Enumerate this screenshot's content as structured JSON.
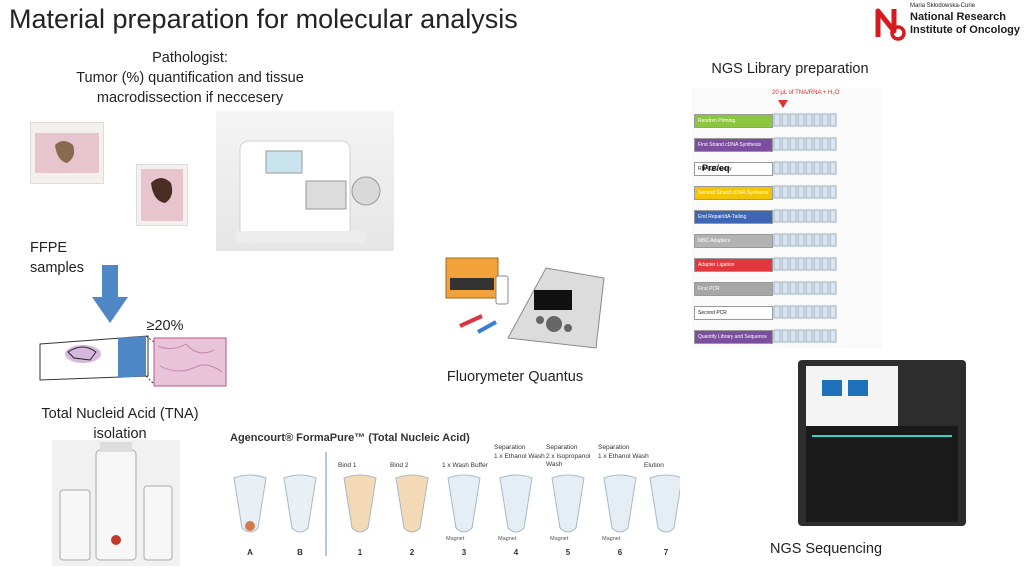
{
  "title": "Material preparation for molecular analysis",
  "logo": {
    "small": "Maria Skłodowska-Curie",
    "line1": "National Research",
    "line2": "Institute of Oncology",
    "color": "#d71920"
  },
  "captions": {
    "pathologist": "Pathologist:",
    "tumor1": "Tumor (%) quantification and tissue",
    "tumor2": "macrodissection if neccesery",
    "ffpe": "FFPE samples",
    "threshold": "≥20%",
    "tna1": "Total Nucleid Acid (TNA)",
    "tna2": "isolation",
    "fluorymeter": "Fluorymeter Quantus",
    "ngs_library": "NGS Library preparation",
    "ngs_seq": "NGS Sequencing"
  },
  "formapure": {
    "brand": "Agencourt® FormaPure™ (Total Nucleic Acid)",
    "steps": [
      {
        "top": "",
        "label": "",
        "letter": "A"
      },
      {
        "top": "",
        "label": "",
        "letter": "B"
      },
      {
        "top": "",
        "label": "Bind 1",
        "letter": "1"
      },
      {
        "top": "",
        "label": "Bind 2",
        "letter": "2"
      },
      {
        "top": "",
        "label": "1 x Wash Buffer",
        "letter": "3"
      },
      {
        "top": "Separation",
        "label": "1 x Ethanol Wash",
        "letter": "4"
      },
      {
        "top": "Separation",
        "label": "2 x Isopropanol Wash",
        "letter": "5"
      },
      {
        "top": "Separation",
        "label": "1 x Ethanol Wash",
        "letter": "6"
      },
      {
        "top": "",
        "label": "Elution",
        "letter": "7"
      }
    ],
    "magnet": "Magnet"
  },
  "ngs_steps": [
    {
      "label": "Random Priming",
      "color": "#8cc63f"
    },
    {
      "label": "First Strand cDNA Synthesis",
      "color": "#7b4f9d"
    },
    {
      "label": "RNA QC assay",
      "color": "#ffffff"
    },
    {
      "label": "Second Strand cDNA Synthesis",
      "color": "#f2c500"
    },
    {
      "label": "End Repair/dA-Tailing",
      "color": "#3f66b3"
    },
    {
      "label": "MBC Adapters",
      "color": "#b3b3b3"
    },
    {
      "label": "Adapter Ligation",
      "color": "#e0383e"
    },
    {
      "label": "First PCR",
      "color": "#a6a6a6"
    },
    {
      "label": "Second PCR",
      "color": "#ffffff"
    },
    {
      "label": "Quantify Library and Sequence",
      "color": "#7b4f9d"
    }
  ],
  "ngs_header": "20 µL of TNA/RNA + H₂O",
  "preseq": "Pre/eq"
}
